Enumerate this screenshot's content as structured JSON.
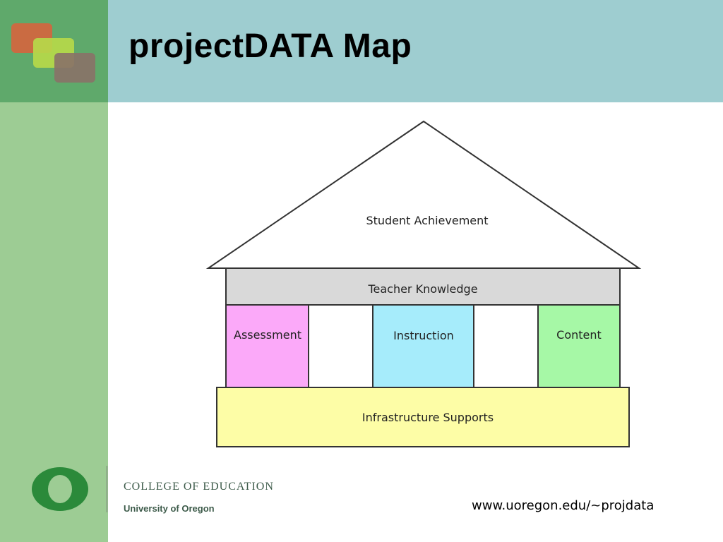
{
  "slide": {
    "title": "projectDATA Map",
    "url": "www.uoregon.edu/~projdata"
  },
  "logo": {
    "college": "COLLEGE OF EDUCATION",
    "university": "University of Oregon"
  },
  "diagram": {
    "roof": "Student Achievement",
    "beam": "Teacher Knowledge",
    "pillars": [
      "Assessment",
      "Instruction",
      "Content"
    ],
    "foundation": "Infrastructure Supports"
  },
  "colors": {
    "header": "#9ecdd0",
    "corner": "#5fa96b",
    "sidebar": "#9dcc94",
    "beam": "#d9d9d9",
    "assessment": "#fba9f9",
    "instruction": "#a6ecfb",
    "content": "#a6f8a6",
    "foundation": "#fdfda6"
  }
}
